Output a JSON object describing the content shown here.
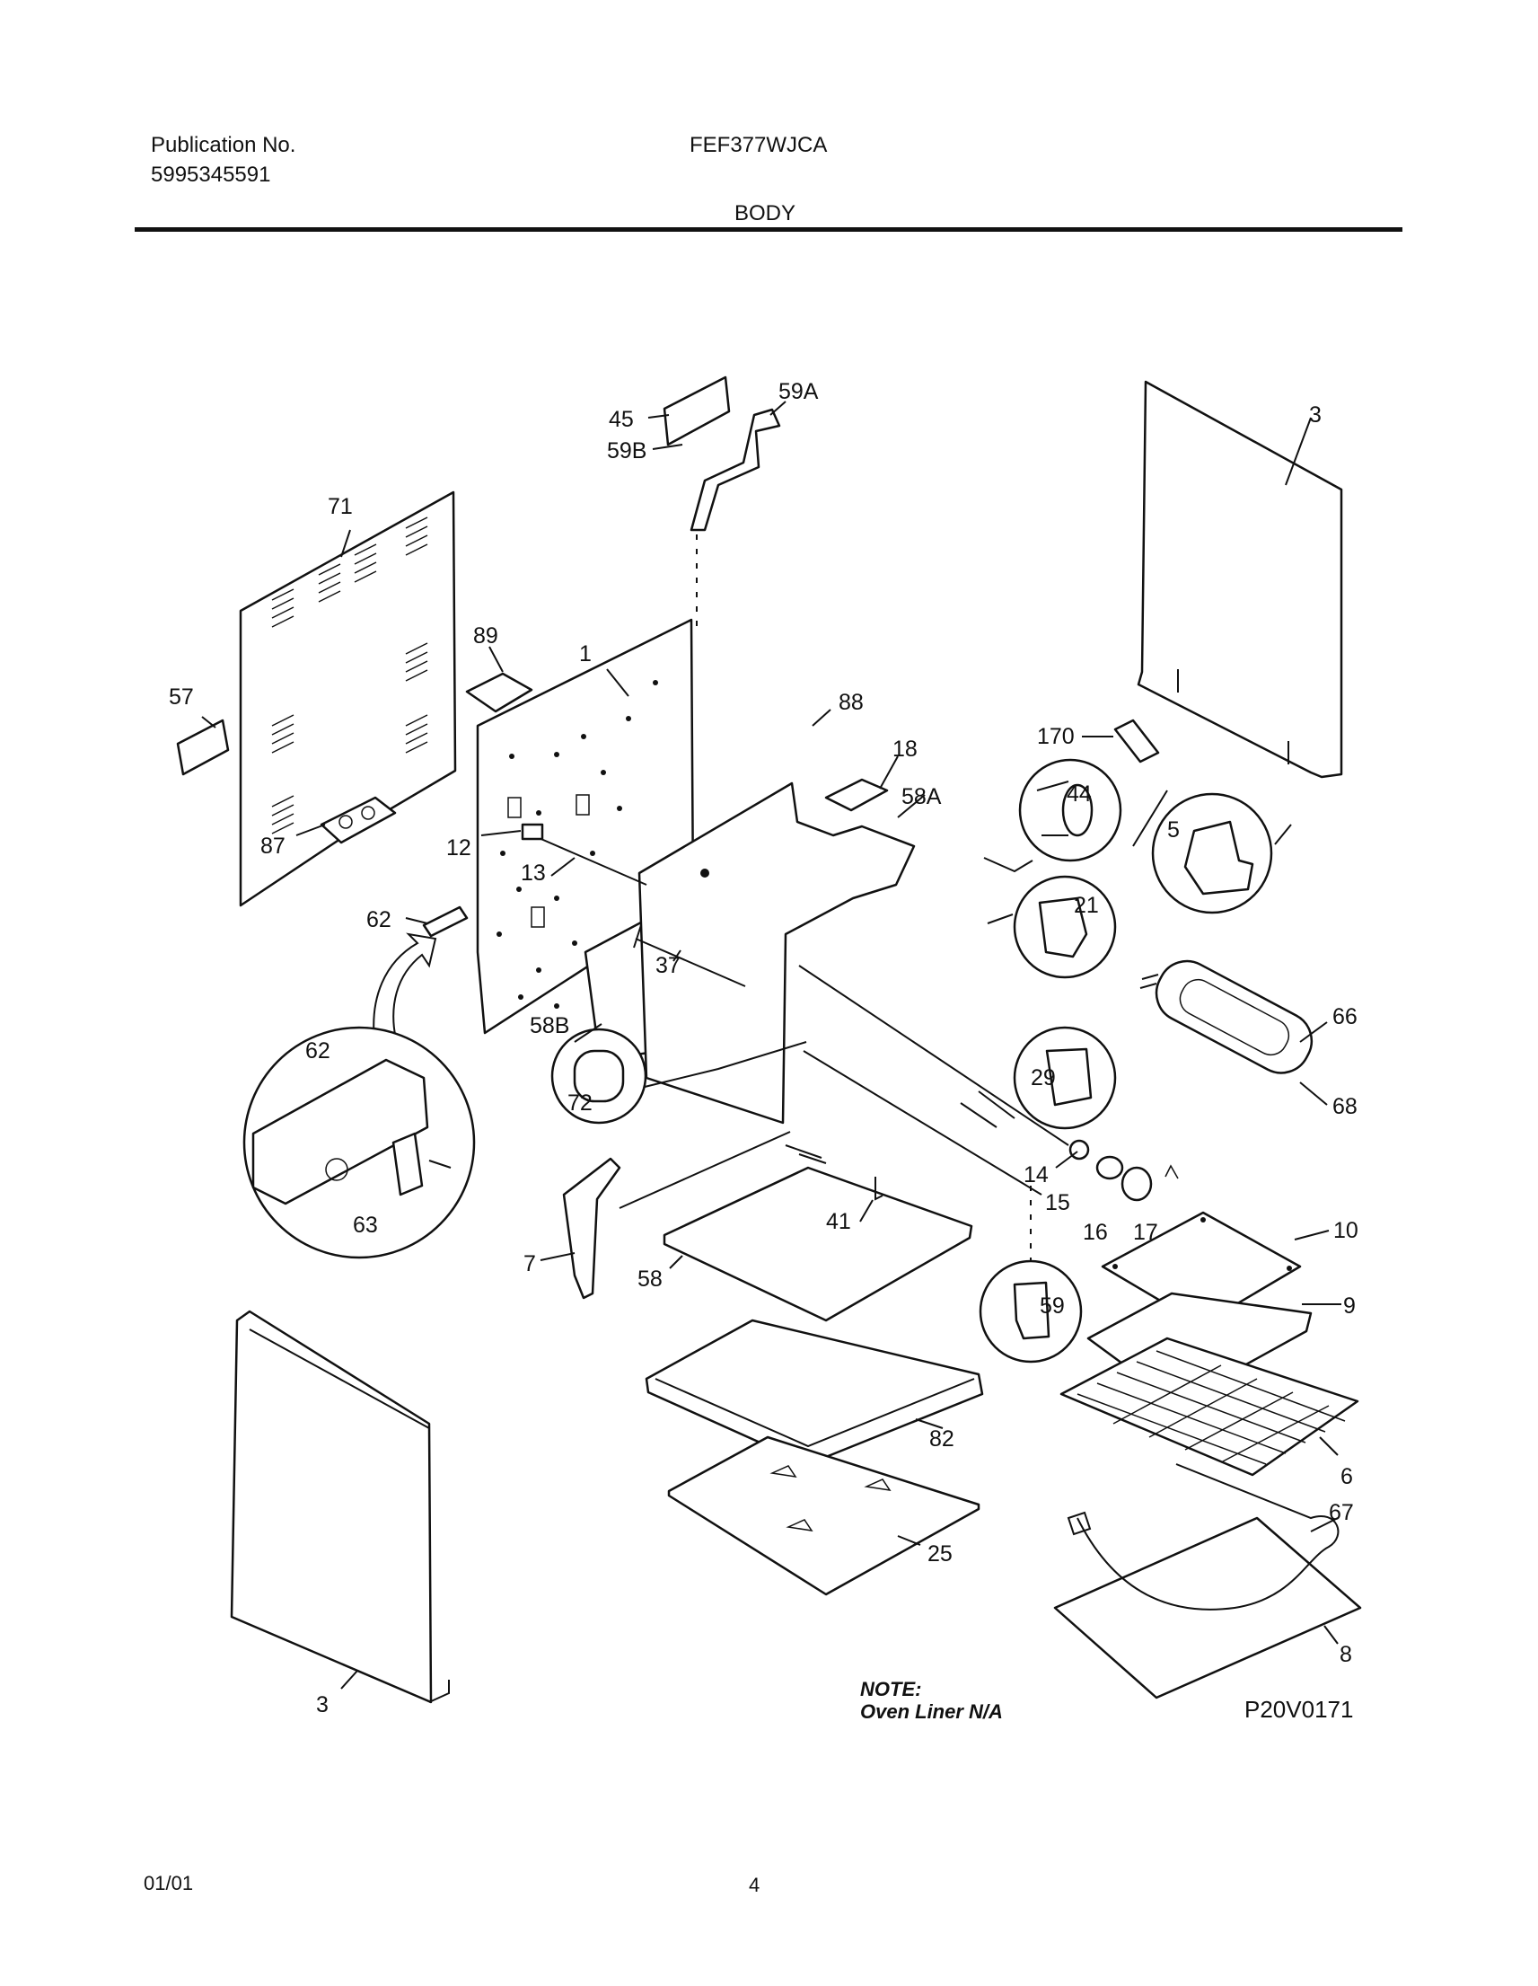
{
  "header": {
    "publication_label": "Publication No.",
    "publication_number": "5995345591",
    "model": "FEF377WJCA",
    "section": "BODY"
  },
  "note": {
    "title": "NOTE:",
    "text": "Oven Liner N/A"
  },
  "diagram_code": "P20V0171",
  "footer": {
    "date": "01/01",
    "page": "4"
  },
  "callouts": [
    "71",
    "57",
    "87",
    "89",
    "1",
    "12",
    "13",
    "62",
    "62",
    "63",
    "58B",
    "37",
    "72",
    "45",
    "59A",
    "59B",
    "88",
    "18",
    "58A",
    "3",
    "170",
    "44",
    "5",
    "21",
    "66",
    "68",
    "29",
    "14",
    "15",
    "16",
    "17",
    "10",
    "9",
    "6",
    "67",
    "8",
    "7",
    "41",
    "58",
    "59",
    "82",
    "25",
    "3"
  ]
}
